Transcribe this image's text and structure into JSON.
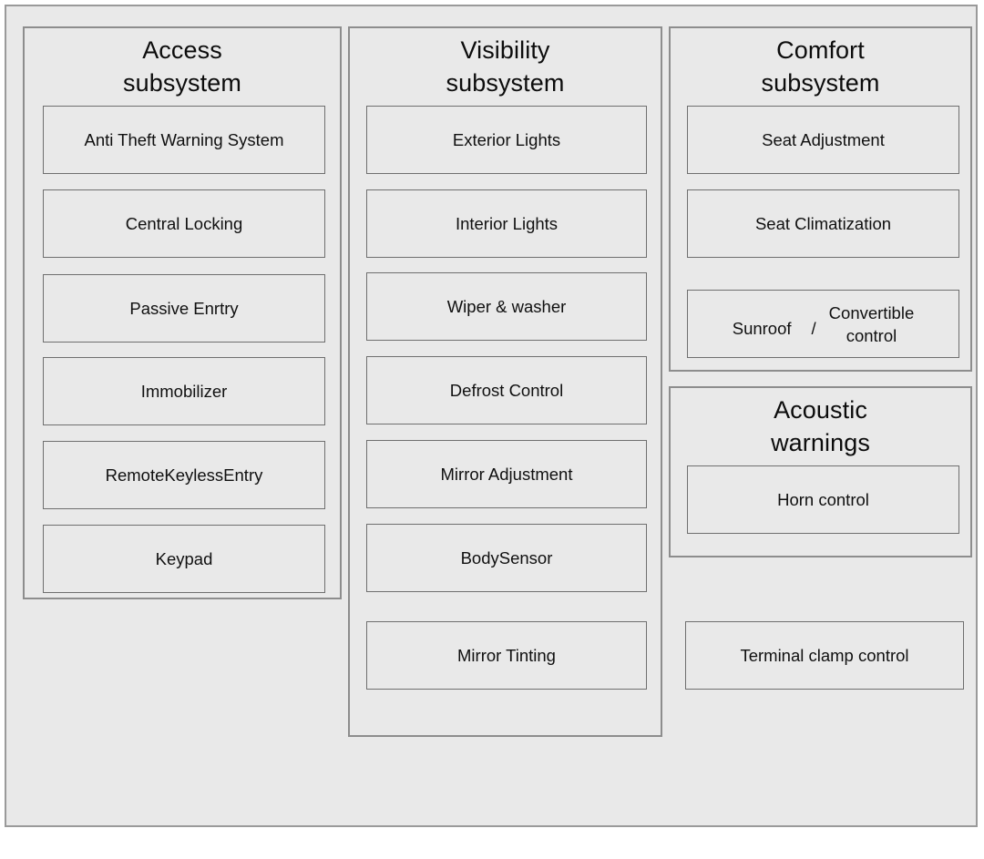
{
  "diagram": {
    "title_visible": false,
    "colors": {
      "panel_background": "#e9e9e9",
      "outer_border": "#9a9a9a",
      "group_border": "#8d8d8d",
      "box_border": "#6f6f6f",
      "text": "#101010"
    },
    "groups": [
      {
        "id": "access",
        "title": "Access\nsubsystem",
        "items": [
          {
            "label": "Anti Theft Warning System"
          },
          {
            "label": "Central Locking"
          },
          {
            "label": "Passive Enrtry"
          },
          {
            "label": "Immobilizer"
          },
          {
            "label": "RemoteKeylessEntry"
          },
          {
            "label": "Keypad"
          }
        ]
      },
      {
        "id": "visibility",
        "title": "Visibility\nsubsystem",
        "items": [
          {
            "label": "Exterior Lights"
          },
          {
            "label": "Interior Lights"
          },
          {
            "label": "Wiper &  washer"
          },
          {
            "label": "Defrost Control"
          },
          {
            "label": "Mirror Adjustment"
          },
          {
            "label": "BodySensor"
          },
          {
            "label": "Mirror Tinting"
          }
        ]
      },
      {
        "id": "comfort",
        "title": "Comfort\nsubsystem",
        "items": [
          {
            "label": "Seat Adjustment"
          },
          {
            "label": "Seat Climatization"
          }
        ],
        "split_item": {
          "left": "Sunroof",
          "separator": "/",
          "right": "Convertible\ncontrol"
        }
      },
      {
        "id": "acoustic",
        "title": "Acoustic\nwarnings",
        "items": [
          {
            "label": "Horn control"
          }
        ]
      }
    ],
    "standalone_items": [
      {
        "id": "terminal-clamp-control",
        "label": "Terminal clamp control"
      }
    ]
  }
}
